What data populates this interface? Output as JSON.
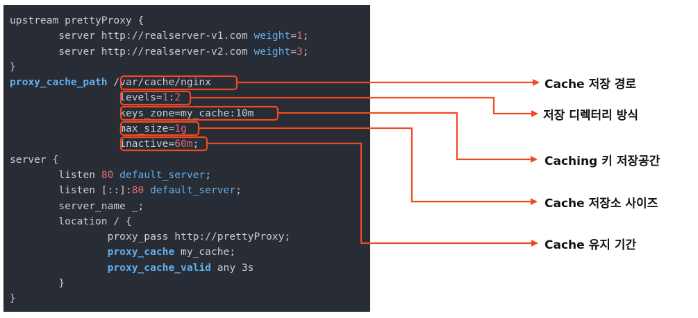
{
  "code": {
    "l1_a": "upstream prettyProxy {",
    "l2_indent": "        ",
    "l2_a": "server http://realserver-v1.com ",
    "l2_key": "weight",
    "l2_eq": "=",
    "l2_val": "1",
    "l2_end": ";",
    "l3_a": "server http://realserver-v2.com ",
    "l3_key": "weight",
    "l3_eq": "=",
    "l3_val": "3",
    "l3_end": ";",
    "l4": "}",
    "l5_dir": "proxy_cache_path",
    "l5_val": "/var/cache/nginx",
    "l6_key": "levels",
    "l6_eq": "=",
    "l6_v1": "1",
    "l6_sep": ":",
    "l6_v2": "2",
    "l7": "keys_zone=my_cache:10m",
    "l8_key": "max_size",
    "l8_eq": "=",
    "l8_val": "1g",
    "l9_key": "inactive",
    "l9_eq": "=",
    "l9_val": "60m",
    "l9_end": ";",
    "l10": "server {",
    "l11_a": "listen ",
    "l11_num": "80",
    "l11_b": " default_server",
    "l11_end": ";",
    "l12_a": "listen [::]:",
    "l12_num": "80",
    "l12_b": " default_server",
    "l12_end": ";",
    "l13": "server_name _;",
    "l14": "location / {",
    "l15": "proxy_pass http://prettyProxy;",
    "l16_dir": "proxy_cache",
    "l16_val": " my_cache;",
    "l17_dir": "proxy_cache_valid",
    "l17_val": " any 3s",
    "l18": "}",
    "l19": "}"
  },
  "annotations": [
    {
      "text": "Cache 저장 경로"
    },
    {
      "text": "저장 디렉터리 방식"
    },
    {
      "text": "Caching 키 저장공간"
    },
    {
      "text": "Cache 저장소 사이즈"
    },
    {
      "text": "Cache 유지 기간"
    }
  ],
  "colors": {
    "background": "#282c34",
    "accent": "#ef4a23",
    "directive": "#61afef",
    "number": "#e06c75"
  }
}
